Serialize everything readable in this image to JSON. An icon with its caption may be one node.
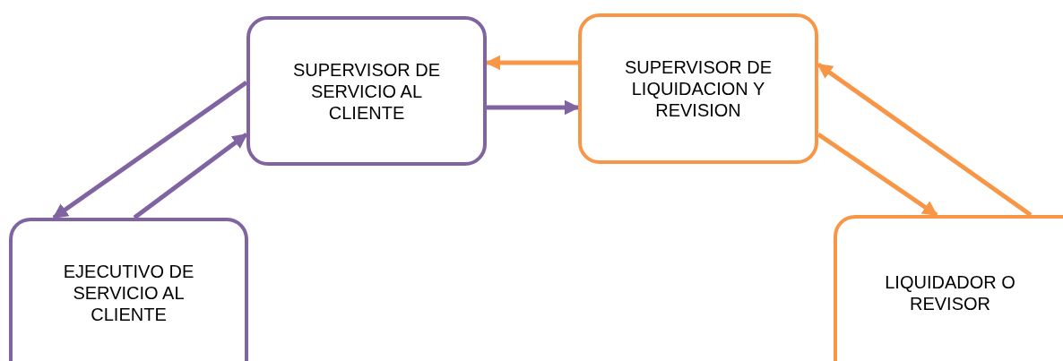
{
  "diagram": {
    "nodes": [
      {
        "text": [
          "EJECUTIVO DE SERVICIO AL CLIENTE"
        ]
      },
      {
        "text": [
          "SUPERVISOR DE SERVICIO AL CLIENTE"
        ]
      },
      {
        "text": [
          "SUPERVISOR DE LIQUIDACION Y REVISION"
        ]
      },
      {
        "text": [
          "LIQUIDADOR O REVISOR"
        ]
      }
    ],
    "edges": [
      {
        "from": 1,
        "to": 0,
        "arrow": "to",
        "color": "#8064a2"
      },
      {
        "from": 0,
        "to": 1,
        "arrow": "to",
        "color": "#8064a2"
      },
      {
        "from": 2,
        "to": 1,
        "arrow": "to",
        "color": "#f79646"
      },
      {
        "from": 1,
        "to": 2,
        "arrow": "to",
        "color": "#8064a2"
      },
      {
        "from": 3,
        "to": 2,
        "arrow": "to",
        "color": "#f79646"
      },
      {
        "from": 2,
        "to": 3,
        "arrow": "to",
        "color": "#f79646"
      }
    ]
  }
}
